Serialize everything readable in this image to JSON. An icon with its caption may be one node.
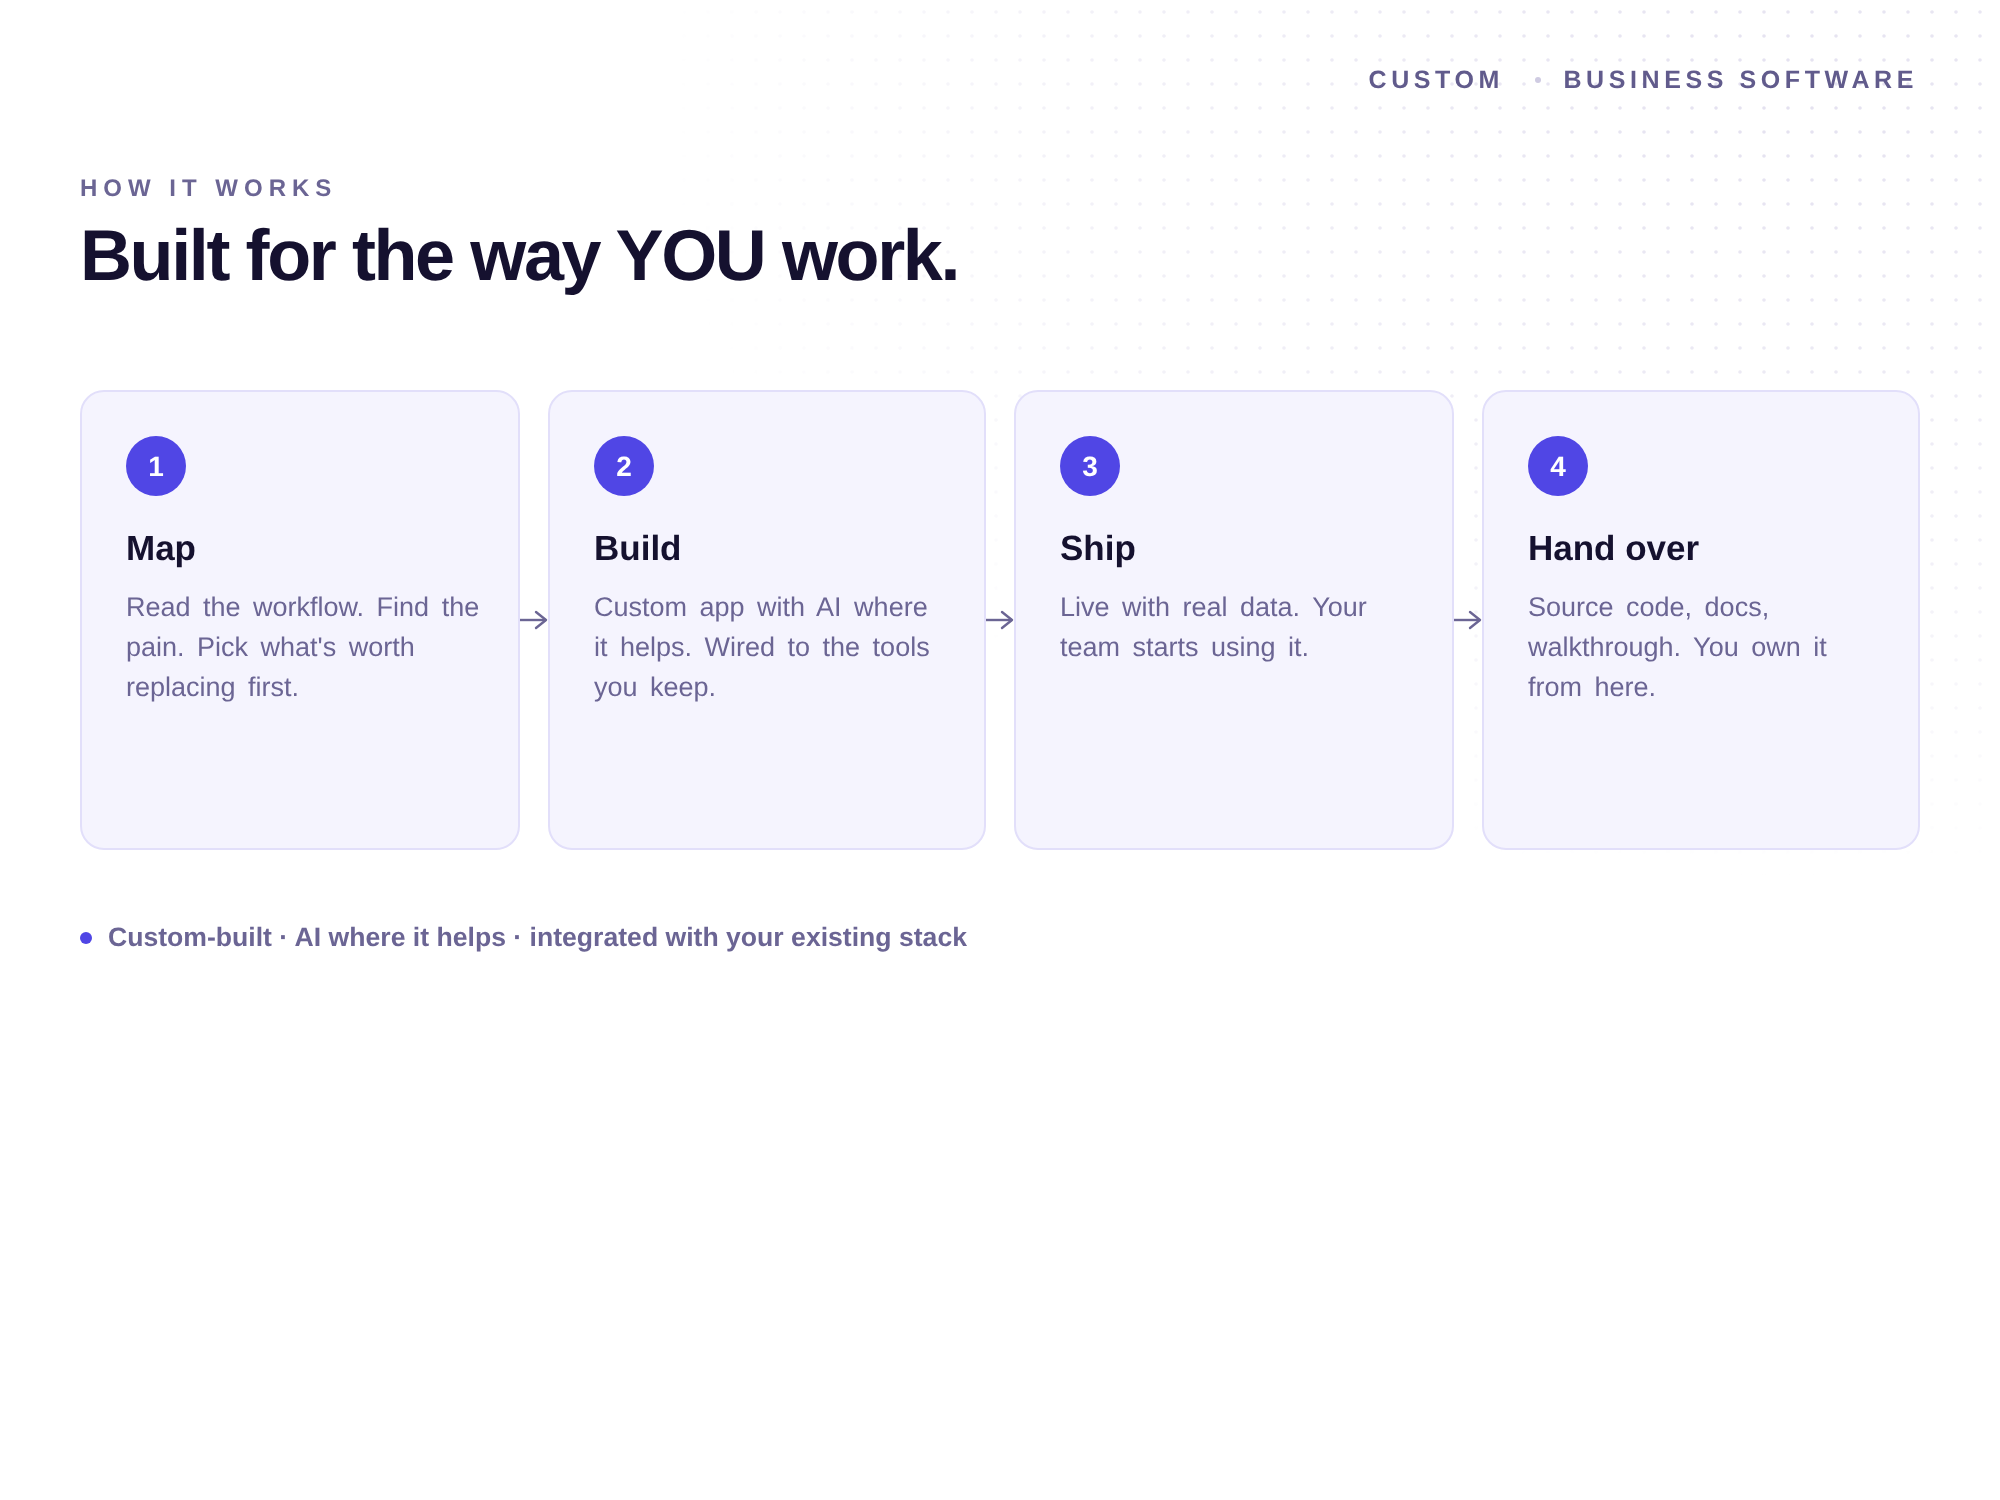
{
  "diagram": {
    "title": "Built for the way YOU work.",
    "nodes": [
      {
        "text": [
          "1",
          "Map",
          "Read the workflow. Find the pain. Pick what's worth replacing first."
        ]
      },
      {
        "text": [
          "2",
          "Build",
          "Custom app with AI where it helps. Wired to the tools you keep."
        ]
      },
      {
        "text": [
          "3",
          "Ship",
          "Live with real data. Your team starts using it."
        ]
      },
      {
        "text": [
          "4",
          "Hand over",
          "Source code, docs, walkthrough. You own it from here."
        ]
      }
    ],
    "edges": [
      {
        "from": 0,
        "to": 1,
        "arrow": "to"
      },
      {
        "from": 1,
        "to": 2,
        "arrow": "to"
      },
      {
        "from": 2,
        "to": 3,
        "arrow": "to"
      }
    ],
    "labels": [
      "CUSTOM",
      "BUSINESS SOFTWARE",
      "HOW IT WORKS",
      "Custom-built · AI where it helps · integrated with your existing stack"
    ]
  }
}
